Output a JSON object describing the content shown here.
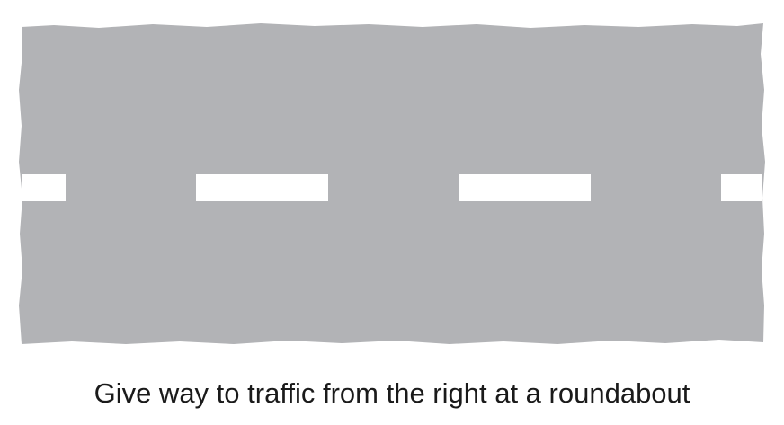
{
  "caption": "Give way to traffic from the right at a roundabout",
  "road": {
    "surface_color": "#b2b3b6",
    "marking_color": "#ffffff",
    "background_color": "#ffffff",
    "centre_line": "broken white line",
    "dash_count": 4
  }
}
